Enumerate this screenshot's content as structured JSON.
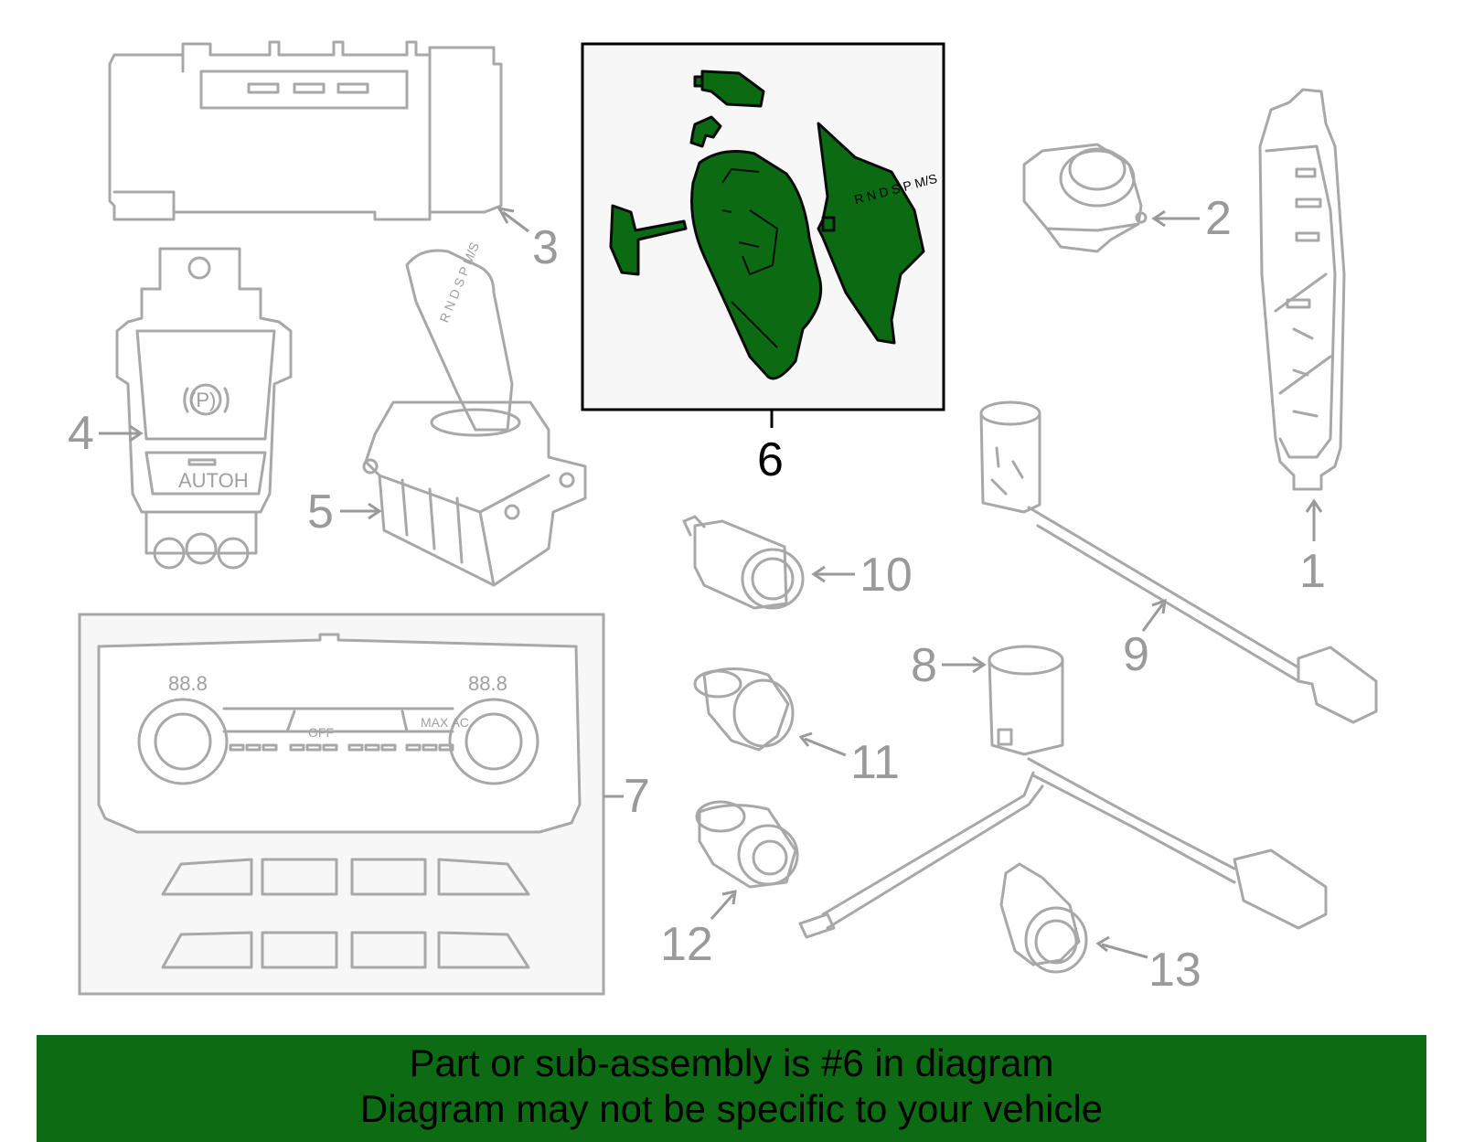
{
  "callouts": [
    "1",
    "2",
    "3",
    "4",
    "5",
    "6",
    "7",
    "8",
    "9",
    "10",
    "11",
    "12",
    "13"
  ],
  "highlighted_callout": "6",
  "part_labels": {
    "brake_button_symbol": "(P)",
    "autohold_button": "AUTOH",
    "climate_temp_left": "88.8",
    "climate_temp_right": "88.8",
    "climate_off": "OFF",
    "climate_max_ac": "MAX AC",
    "shift_pattern": "R N D S P M/S"
  },
  "banner": {
    "line1": "Part or sub-assembly is #6 in diagram",
    "line2": "Diagram may not be specific to your vehicle"
  },
  "colors": {
    "highlight": "#0b6b12",
    "banner": "#0d6b13",
    "linework": "#a8a8a8"
  }
}
